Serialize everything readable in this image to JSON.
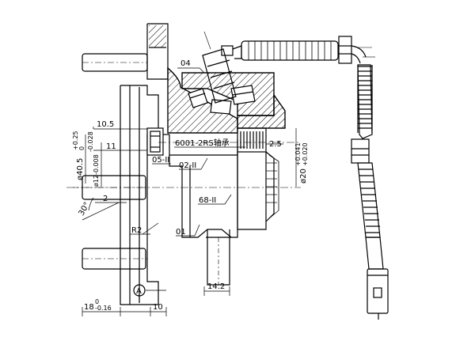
{
  "labels": {
    "part_04": "04",
    "part_05": "05-II",
    "part_02": "02-II",
    "part_68": "68-II",
    "part_01": "01",
    "bearing": "6001-2RS轴承",
    "datum": "A"
  },
  "dimensions": {
    "d_10_5": "10.5",
    "d_11": "11",
    "d_2": "2",
    "d_30": "30°",
    "d_r2": "R2",
    "d_14_2": "14.2",
    "d_10": "10",
    "d_2_5": "2.5",
    "d_40_5": "ø40.5",
    "d_40_5_tol_up": "+0.25",
    "d_40_5_tol_lo": "0",
    "d_12": "ø12-0.008",
    "d_12_tol": "-0.028",
    "d_18": "18",
    "d_18_tol_up": "0",
    "d_18_tol_lo": "-0.16",
    "d_20": "ø20",
    "d_20_tol_up": "+0.041",
    "d_20_tol_lo": "+0.020"
  }
}
